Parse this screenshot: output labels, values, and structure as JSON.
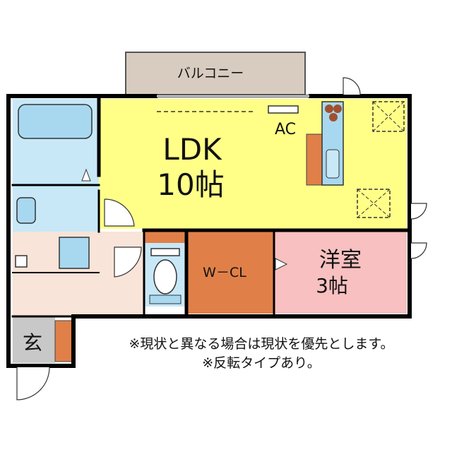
{
  "plan": {
    "balcony": "バルコニー",
    "ldk_name": "LDK",
    "ldk_size": "10帖",
    "ac": "AC",
    "walkin_closet": "W－CL",
    "western_room_name": "洋室",
    "western_room_size": "3帖",
    "entrance": "玄"
  },
  "notes": [
    "※現状と異なる場合は現状を優先とします。",
    "※反転タイプあり。"
  ],
  "colors": {
    "ldk": "#ffff88",
    "bath": "#c8e8f8",
    "western_room": "#f8c0c0",
    "closet": "#e08048",
    "hall": "#f8e4d8",
    "balcony": "#d8ccc0",
    "entrance": "#c8c8c8",
    "wall": "#000000"
  }
}
